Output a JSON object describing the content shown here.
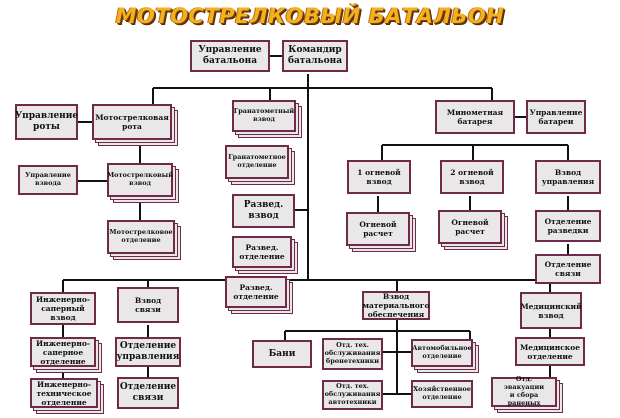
{
  "title": "МОТОСТРЕЛКОВЫЙ БАТАЛЬОН",
  "nodes": {
    "upr_bat": "Управление\nбатальона",
    "komandir": "Командир\nбатальона",
    "upr_roty": "Управление\nроты",
    "msr": "Мотострелковая\nрота",
    "upr_vzvoda": "Управление\nвзвода",
    "msv": "Мотострелковый\nвзвод",
    "mso": "Мотострелковое\nотделение",
    "grv": "Гранатометный\nвзвод",
    "gro": "Гранатометное\nотделение",
    "razv_vzv": "Развед.\nвзвод",
    "razv_otd1": "Развед.\nотделение",
    "razv_otd2": "Развед.\nотделение",
    "min_bat": "Минометная\nбатарея",
    "upr_bat2": "Управление\nбатареи",
    "ov1": "1 огневой\nвзвод",
    "ov2": "2 огневой\nвзвод",
    "vzv_upr": "Взвод\nуправления",
    "or1": "Огневой\nрасчет",
    "or2": "Огневой\nрасчет",
    "otd_razv": "Отделение\nразведки",
    "otd_svyazi_b": "Отделение\nсвязи",
    "ing_vzv": "Инженерно-\nсаперный\nвзвод",
    "ing_otd": "Инженерно-\nсаперное\nотделение",
    "ing_teh": "Инженерно-\nтехническое\nотделение",
    "vzv_svyazi": "Взвод\nсвязи",
    "otd_upr": "Отделение\nуправления",
    "otd_svyazi": "Отделение\nсвязи",
    "vmo": "Взвод\nматериального\nобеспечения",
    "bani": "Бани",
    "otd_bron": "Отд. тех.\nобслуживания\nбронетехники",
    "otd_avto": "Отд. тех.\nобслуживания\nавтотехники",
    "avto_otd": "Автомобильное\nотделение",
    "hoz_otd": "Хозяйственное\nотделение",
    "med_vzv": "Медицинский\nвзвод",
    "med_otd": "Медицинское\nотделение",
    "evak": "Отд. эвакуации\nи сбора\nраненых"
  },
  "colors": {
    "border": "#6e2a48",
    "fill": "#e9e7e8",
    "line": "#111111",
    "title": "#f2b21c"
  }
}
